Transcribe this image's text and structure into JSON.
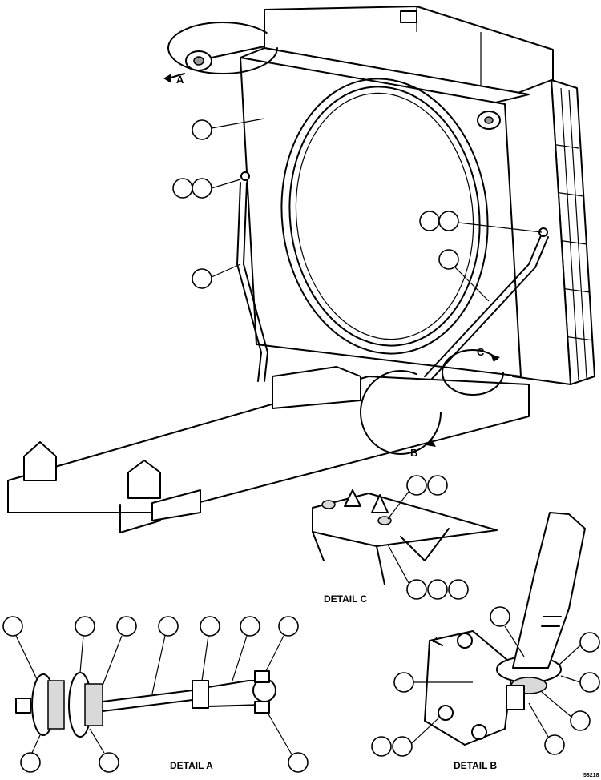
{
  "view_labels": {
    "a": "A",
    "b": "B",
    "c": "C"
  },
  "detail_titles": {
    "a": "DETAIL A",
    "b": "DETAIL B",
    "c": "DETAIL C"
  },
  "figure_number": "58218"
}
